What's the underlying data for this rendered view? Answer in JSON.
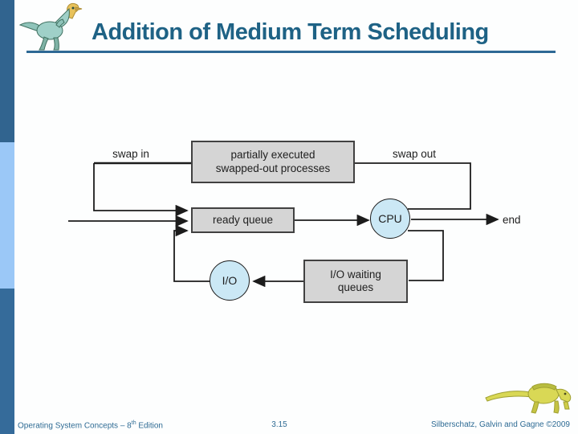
{
  "slide": {
    "title": "Addition of Medium Term Scheduling",
    "title_color": "#1e6285",
    "underline_color": "#2e6995",
    "background": "#fdfefe"
  },
  "sidebar": {
    "segments": [
      {
        "name": "top",
        "color": "#31648f"
      },
      {
        "name": "middle",
        "color": "#9bc8f7"
      },
      {
        "name": "bottom",
        "color": "#356b9a"
      }
    ]
  },
  "diagram": {
    "labels": {
      "swap_in": "swap in",
      "swap_out": "swap out",
      "end": "end"
    },
    "nodes": {
      "swapped_box_line1": "partially executed",
      "swapped_box_line2": "swapped-out processes",
      "ready_queue": "ready queue",
      "cpu": "CPU",
      "io": "I/O",
      "io_waiting_line1": "I/O waiting",
      "io_waiting_line2": "queues"
    },
    "colors": {
      "box_fill": "#d5d5d5",
      "box_border": "#414141",
      "circle_fill": "#cbe8f5",
      "line": "#1c1c1c"
    }
  },
  "footer": {
    "left_prefix": "Operating System Concepts – 8",
    "left_sup": "th",
    "left_suffix": " Edition",
    "page": "3.15",
    "right": "Silberschatz, Galvin and Gagne ©2009",
    "color": "#2e6b94"
  }
}
